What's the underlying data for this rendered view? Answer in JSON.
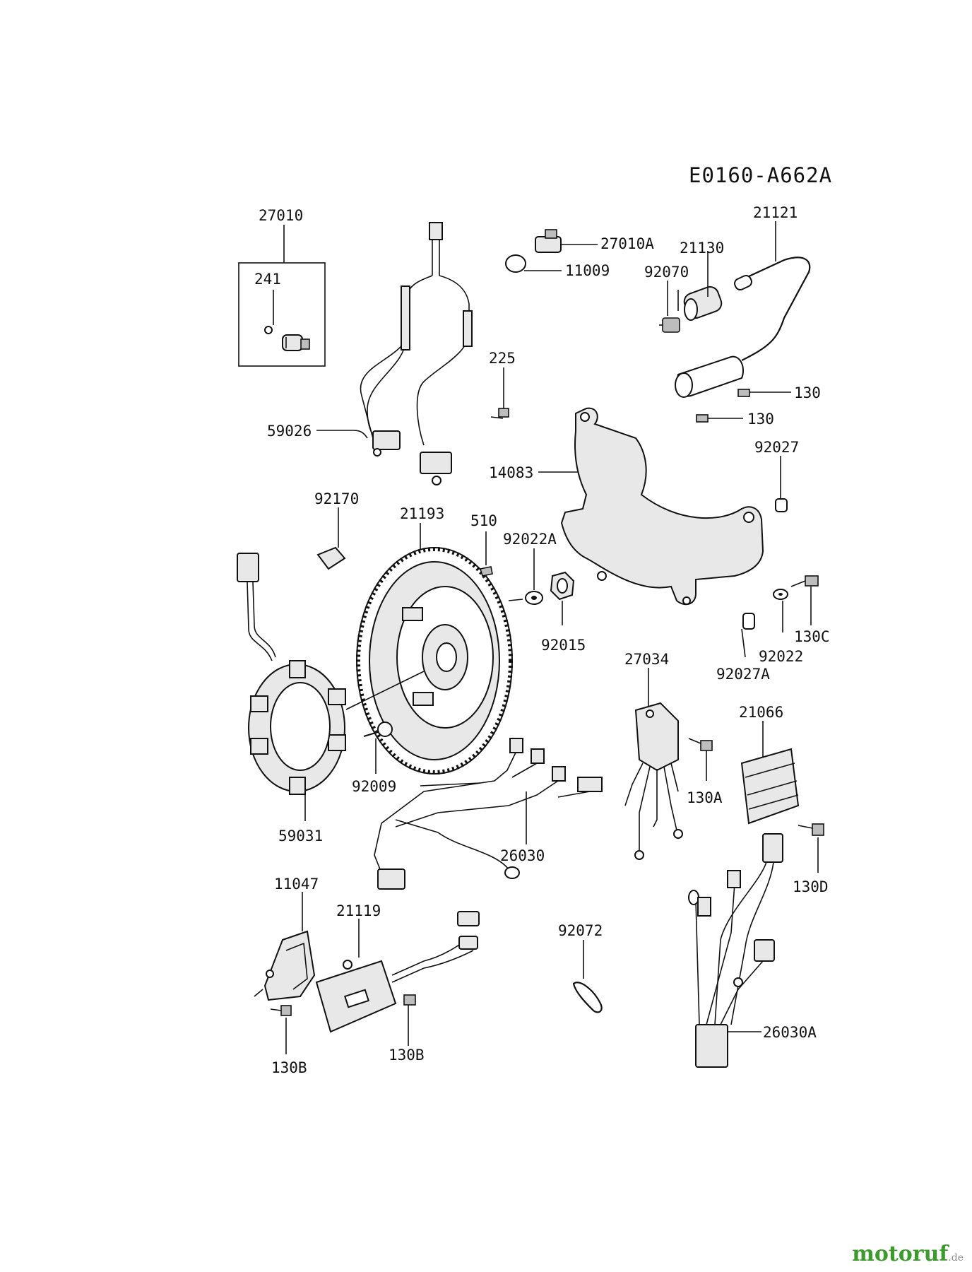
{
  "diagram_code": "E0160-A662A",
  "parts": {
    "p27010": "27010",
    "p241": "241",
    "p27010A": "27010A",
    "p11009": "11009",
    "p21121": "21121",
    "p21130": "21130",
    "p92070": "92070",
    "p225": "225",
    "p130_a": "130",
    "p130_b": "130",
    "p59026": "59026",
    "p14083": "14083",
    "p92027": "92027",
    "p92170": "92170",
    "p21193": "21193",
    "p510": "510",
    "p92022A": "92022A",
    "p92015": "92015",
    "p130C": "130C",
    "p92022": "92022",
    "p92027A": "92027A",
    "p27034": "27034",
    "p21066": "21066",
    "p92009": "92009",
    "p130A": "130A",
    "p59031": "59031",
    "p26030": "26030",
    "p130D": "130D",
    "p11047": "11047",
    "p21119": "21119",
    "p92072": "92072",
    "p26030A": "26030A",
    "p130B_a": "130B",
    "p130B_b": "130B"
  },
  "watermark": {
    "name": "motoruf",
    "tld": ".de",
    "color": "#3d9a2d"
  }
}
